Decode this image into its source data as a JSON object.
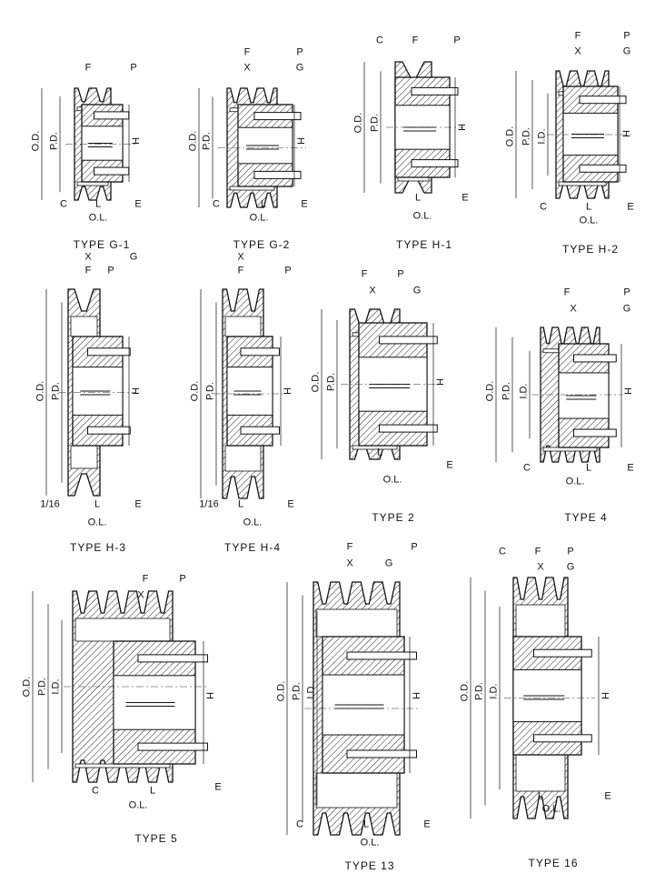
{
  "diagrams": [
    {
      "caption": "TYPE G-1",
      "grooves": 2,
      "labels": [
        "F",
        "P",
        "O.D.",
        "P.D.",
        "H",
        "C",
        "L",
        "E",
        "O.L."
      ]
    },
    {
      "caption": "TYPE G-2",
      "grooves": 3,
      "labels": [
        "F",
        "X",
        "P",
        "G",
        "O.D.",
        "P.D.",
        "H",
        "C",
        "L",
        "E",
        "O.L."
      ]
    },
    {
      "caption": "TYPE H-1",
      "grooves": 1,
      "labels": [
        "C",
        "F",
        "P",
        "O.D.",
        "P.D.",
        "H",
        "L",
        "E",
        "O.L."
      ]
    },
    {
      "caption": "TYPE H-2",
      "grooves": 3,
      "labels": [
        "F",
        "X",
        "P",
        "G",
        "O.D.",
        "P.D.",
        "I.D.",
        "H",
        "C",
        "L",
        "E",
        "O.L."
      ]
    },
    {
      "caption": "TYPE H-3",
      "grooves": 1,
      "labels": [
        "X",
        "G",
        "F",
        "P",
        "O.D.",
        "P.D.",
        "H",
        "1/16",
        "L",
        "E",
        "O.L."
      ]
    },
    {
      "caption": "TYPE H-4",
      "grooves": 2,
      "labels": [
        "X",
        "F",
        "P",
        "O.D.",
        "P.D.",
        "H",
        "1/16",
        "L",
        "E",
        "O.L."
      ]
    },
    {
      "caption": "TYPE 2",
      "grooves": 2,
      "labels": [
        "F",
        "P",
        "X",
        "G",
        "O.D.",
        "P.D.",
        "H",
        "L",
        "E",
        "O.L."
      ]
    },
    {
      "caption": "TYPE 4",
      "grooves": 4,
      "labels": [
        "F",
        "P",
        "X",
        "G",
        "O.D.",
        "P.D.",
        "I.D.",
        "H",
        "C",
        "L",
        "E",
        "O.L."
      ]
    },
    {
      "caption": "TYPE 5",
      "grooves": 5,
      "labels": [
        "F",
        "P",
        "X",
        "O.D.",
        "P.D.",
        "I.D.",
        "H",
        "C",
        "L",
        "E",
        "O.L."
      ]
    },
    {
      "caption": "TYPE 13",
      "grooves": 4,
      "labels": [
        "F",
        "P",
        "X",
        "G",
        "O.D.",
        "P.D.",
        "I.D.",
        "H",
        "C",
        "L",
        "E",
        "O.L."
      ]
    },
    {
      "caption": "TYPE 16",
      "grooves": 3,
      "labels": [
        "C",
        "F",
        "P",
        "X",
        "G",
        "O.D.",
        "P.D.",
        "I.D.",
        "H",
        "L",
        "E",
        "O.L."
      ]
    }
  ]
}
